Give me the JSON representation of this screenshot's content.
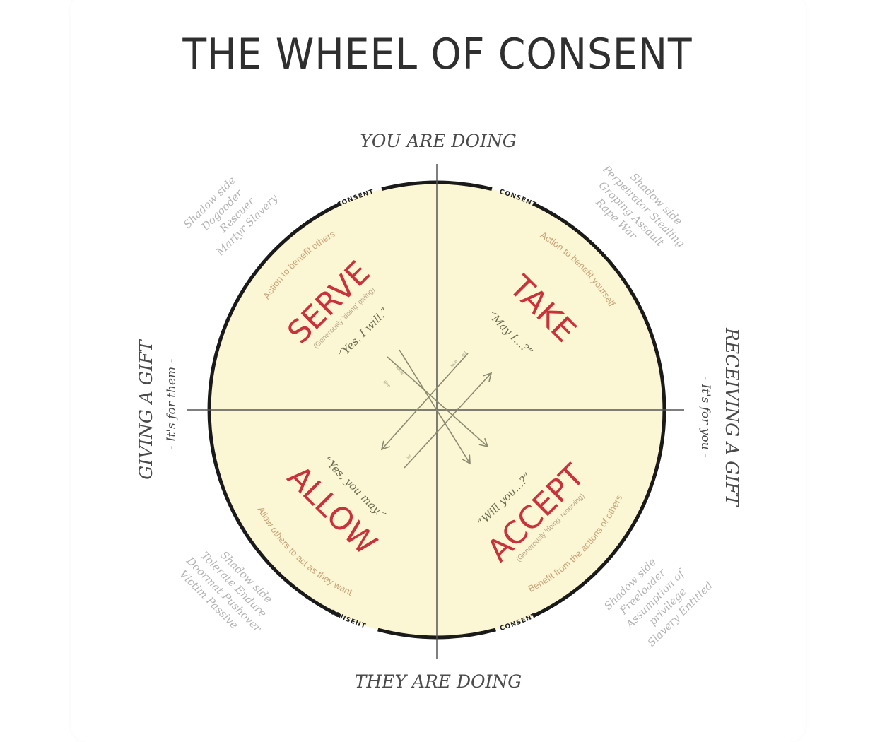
{
  "title": "THE WHEEL OF CONSENT",
  "axes": {
    "top": "YOU ARE DOING",
    "bottom": "THEY ARE DOING",
    "left": "GIVING A GIFT",
    "left_sub": "- It's for them -",
    "right": "RECEIVING A GIFT",
    "right_sub": "- It's for you -"
  },
  "consent_label": "CONSENT",
  "quadrants": {
    "serve": {
      "label": "SERVE",
      "subtitle": "(Generously 'doing' giving)",
      "quote": "“Yes, I will.”",
      "arc": "Action to benefit others"
    },
    "take": {
      "label": "TAKE",
      "quote": "“May I...?”",
      "arc": "Action to benefit yourself"
    },
    "allow": {
      "label": "ALLOW",
      "quote": "“Yes, you may.”",
      "arc": "Allow others to act as they want"
    },
    "accept": {
      "label": "ACCEPT",
      "subtitle": "(Generously 'doing' receiving)",
      "quote": "“Will you...?”",
      "arc": "Benefit from the actions of others"
    }
  },
  "arrow_labels": [
    "give",
    "allow",
    "take",
    "act",
    "let"
  ],
  "shadow": {
    "serve": [
      "Shadow side",
      "Dogooder",
      "Rescuer",
      "Martyr   Slavery"
    ],
    "take": [
      "Shadow side",
      "Perpetrator  Stealing",
      "Groping  Assault",
      "Rape  War"
    ],
    "allow": [
      "Shadow side",
      "Tolerate  Endure",
      "Doormat  Pushover",
      "Victim  Passive"
    ],
    "accept": [
      "Shadow side",
      "Freeloader",
      "Assumption of",
      "privilege",
      "Slavery  Entitled"
    ]
  },
  "colors": {
    "wheel_fill": "#fbf6d3",
    "quadrant_label": "#c8323a",
    "ring": "#1a1a1a",
    "axis": "#555555"
  }
}
